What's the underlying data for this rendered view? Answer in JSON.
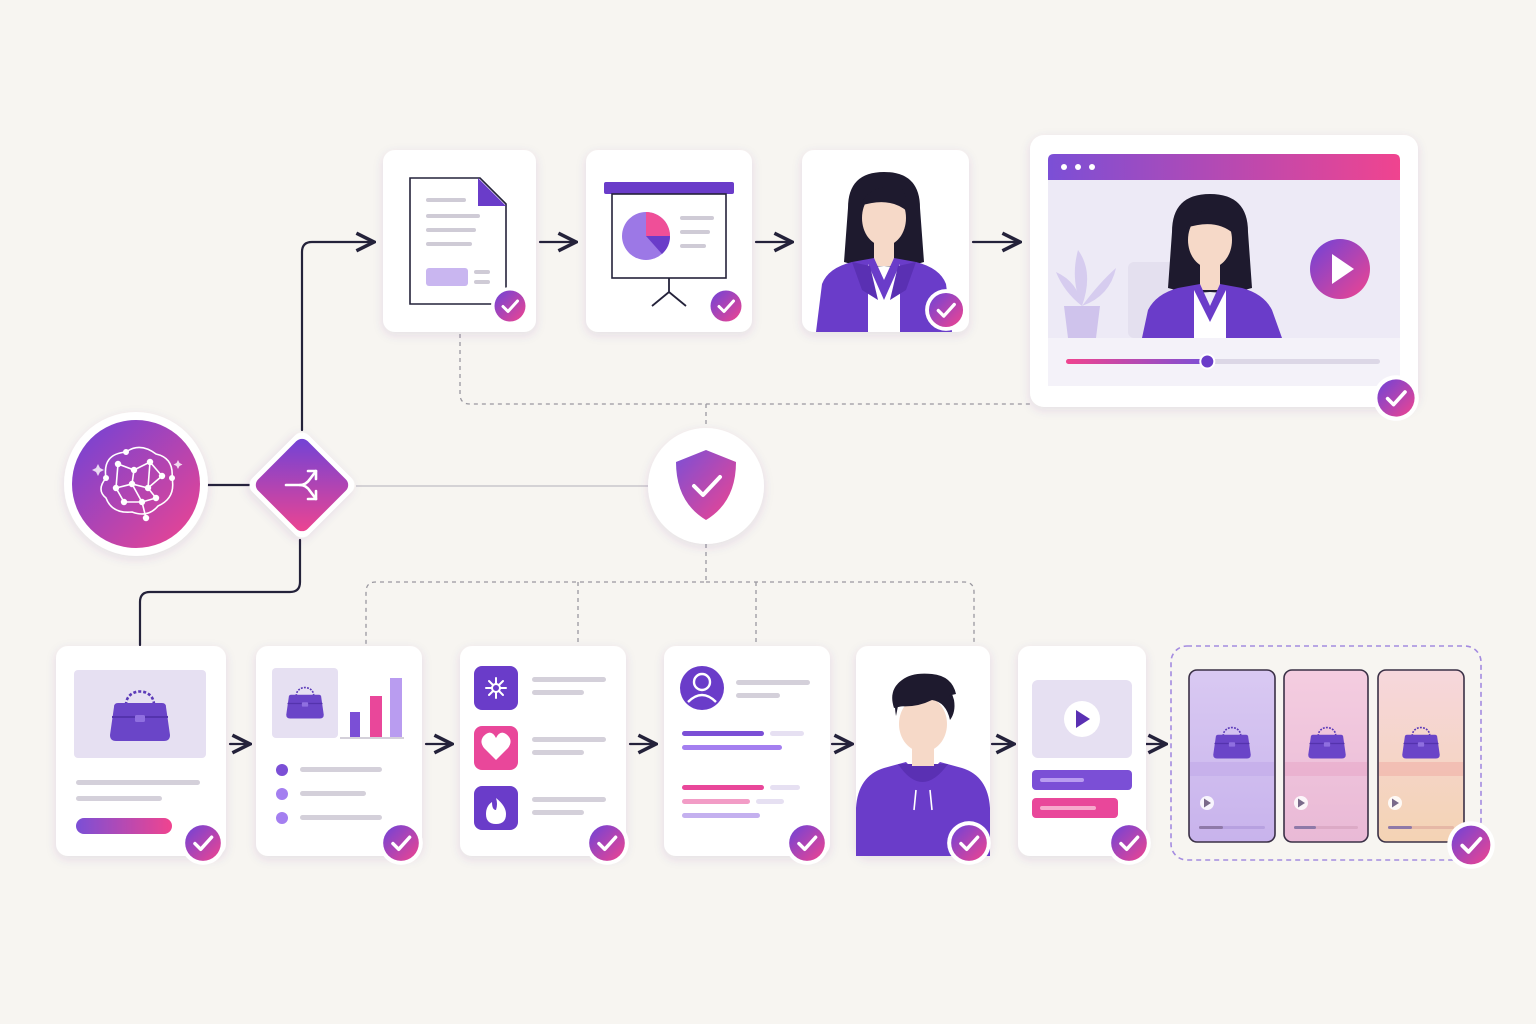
{
  "colors": {
    "background": "#f7f5f1",
    "purple": "#7b4fd6",
    "deep_purple": "#6a3cc9",
    "pink": "#f0448f",
    "lavender": "#e4dcf4",
    "connector": "#24223a",
    "dashed": "#9a98a0",
    "skin": "#f6d9c8",
    "hair": "#1e1a2e"
  },
  "diagram": {
    "source_node": {
      "icon": "brain-network-icon"
    },
    "router_node": {
      "icon": "split-arrows-icon"
    },
    "validator_node": {
      "icon": "shield-check-icon"
    },
    "top_pipeline": [
      {
        "step": "document",
        "icon": "document-icon",
        "status_icon": "check-badge-icon"
      },
      {
        "step": "presentation",
        "icon": "presentation-board-icon",
        "status_icon": "check-badge-icon"
      },
      {
        "step": "presenter-avatar",
        "icon": "woman-avatar-icon",
        "status_icon": "check-badge-icon"
      },
      {
        "step": "video-player",
        "icon": "video-window-icon",
        "status_icon": "check-badge-icon"
      }
    ],
    "bottom_pipeline": [
      {
        "step": "product-image",
        "icon": "handbag-icon",
        "status_icon": "check-badge-icon"
      },
      {
        "step": "product-analytics",
        "icon": "bar-chart-icon",
        "status_icon": "check-badge-icon"
      },
      {
        "step": "feature-highlights",
        "icon": "sparkle-heart-flame-icon",
        "status_icon": "check-badge-icon"
      },
      {
        "step": "audience-profile",
        "icon": "user-profile-icon",
        "status_icon": "check-badge-icon"
      },
      {
        "step": "creator-avatar",
        "icon": "man-hoodie-avatar-icon",
        "status_icon": "check-badge-icon"
      },
      {
        "step": "video-script",
        "icon": "video-card-icon",
        "status_icon": "check-badge-icon"
      },
      {
        "step": "video-variants",
        "icon": "phone-videos-icon",
        "status_icon": "check-badge-icon"
      }
    ],
    "video_player": {
      "progress": 0.45
    }
  }
}
